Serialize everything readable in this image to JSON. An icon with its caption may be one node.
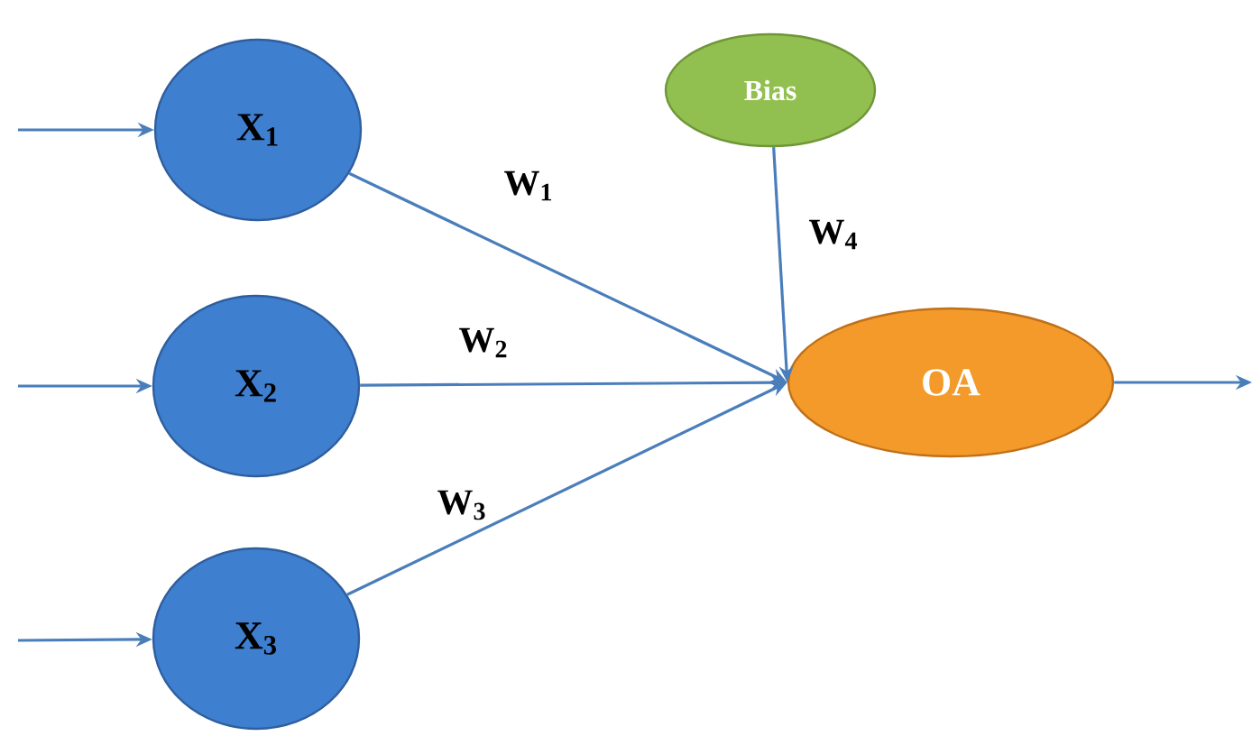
{
  "diagram": {
    "nodes": [
      {
        "text": [
          "X$_{1}$"
        ]
      },
      {
        "text": [
          "X$_{2}$"
        ]
      },
      {
        "text": [
          "X$_{3}$"
        ]
      },
      {
        "text": [
          "Bias"
        ]
      },
      {
        "text": [
          "OA"
        ]
      }
    ],
    "edges": [
      {
        "from": null,
        "to": 0,
        "arrow": "to"
      },
      {
        "from": null,
        "to": 1,
        "arrow": "to"
      },
      {
        "from": null,
        "to": 2,
        "arrow": "to"
      },
      {
        "from": 0,
        "to": 4,
        "arrow": "to",
        "label": "W$_{1}$"
      },
      {
        "from": 1,
        "to": 4,
        "arrow": "to",
        "label": "W$_{2}$"
      },
      {
        "from": 2,
        "to": 4,
        "arrow": "to",
        "label": "W$_{3}$"
      },
      {
        "from": 3,
        "to": 4,
        "arrow": "to",
        "label": "W$_{4}$"
      },
      {
        "from": 4,
        "to": null,
        "arrow": "to"
      }
    ]
  }
}
